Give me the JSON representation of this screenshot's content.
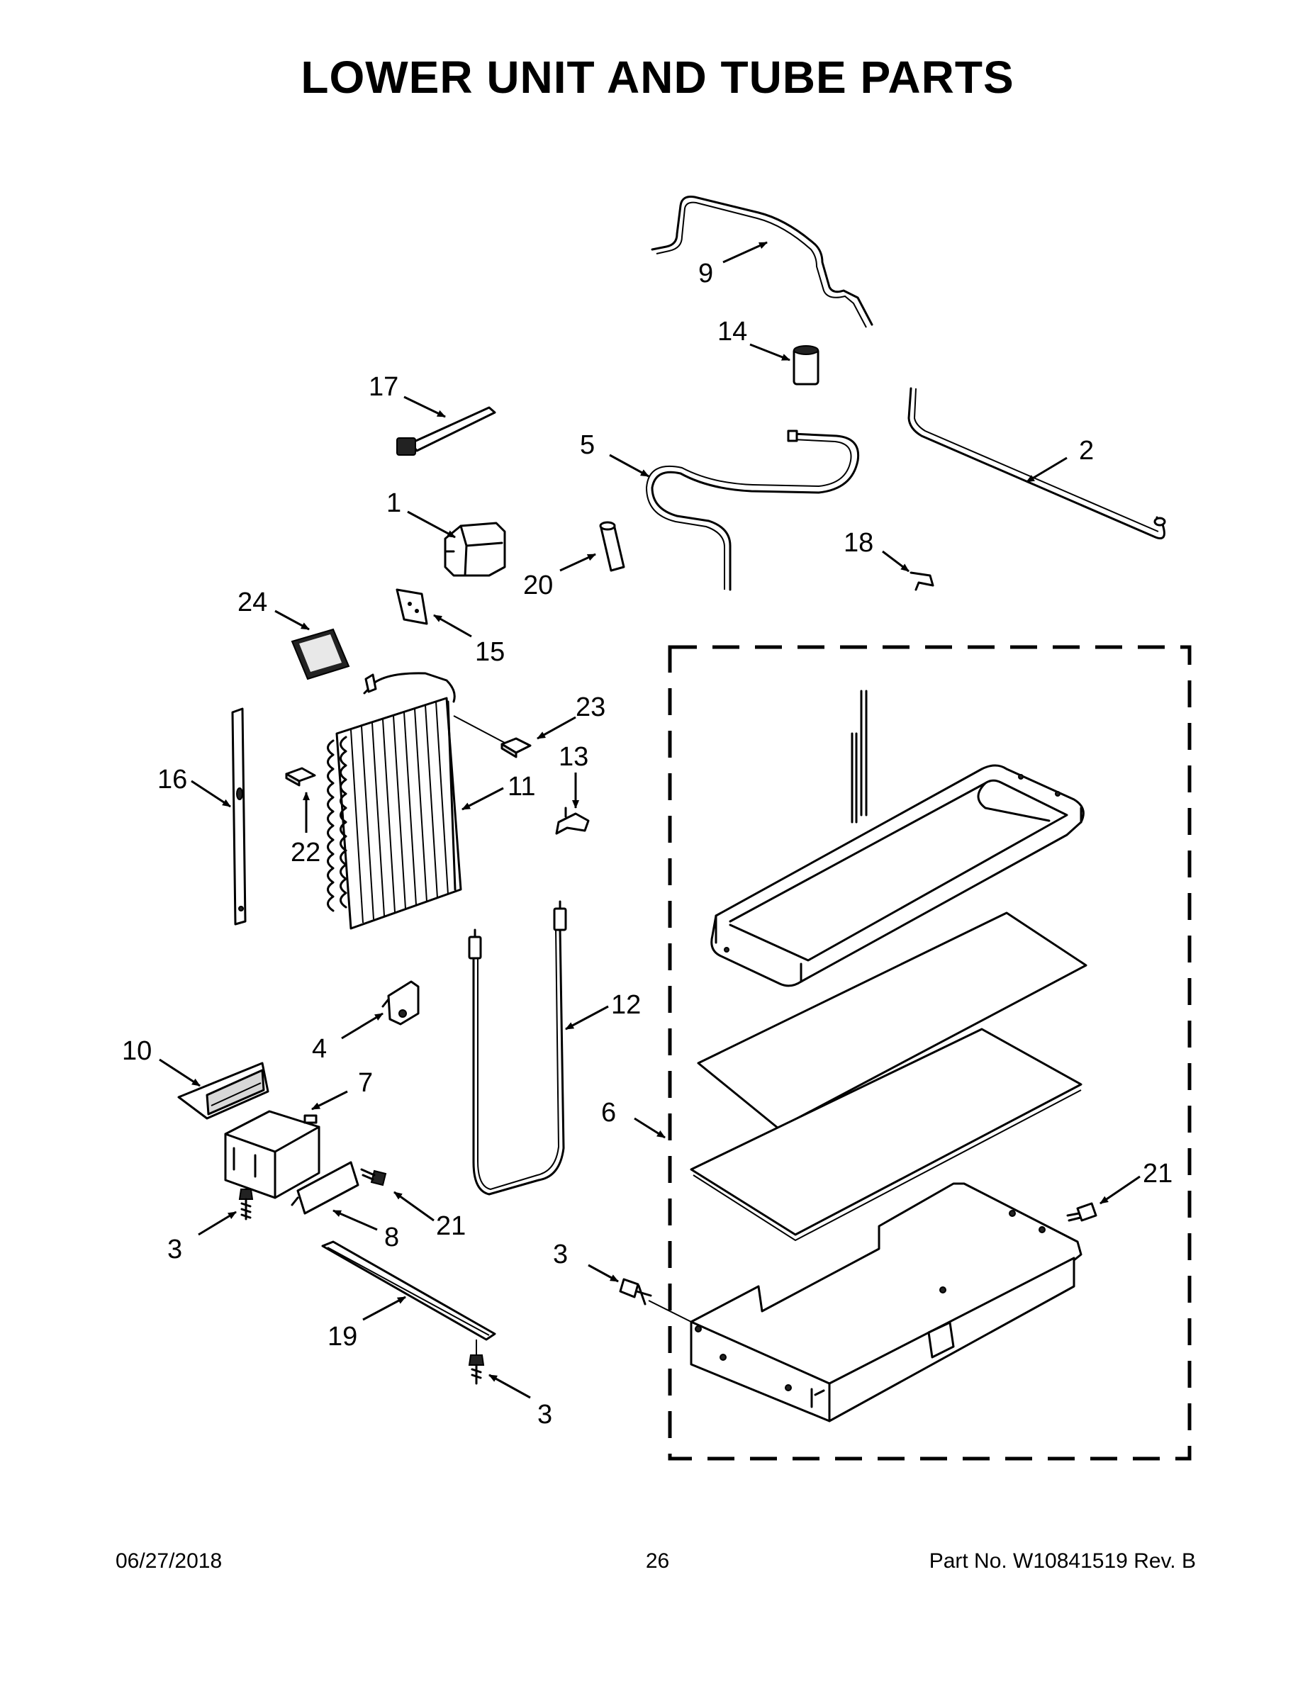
{
  "title": "LOWER UNIT AND TUBE PARTS",
  "callouts": [
    "1",
    "2",
    "3",
    "4",
    "5",
    "6",
    "7",
    "8",
    "9",
    "10",
    "11",
    "12",
    "13",
    "14",
    "15",
    "16",
    "17",
    "18",
    "19",
    "20",
    "21",
    "22",
    "23",
    "24"
  ],
  "footer": {
    "date": "06/27/2018",
    "page": "26",
    "part_no": "Part No.  W10841519  Rev.  B"
  }
}
